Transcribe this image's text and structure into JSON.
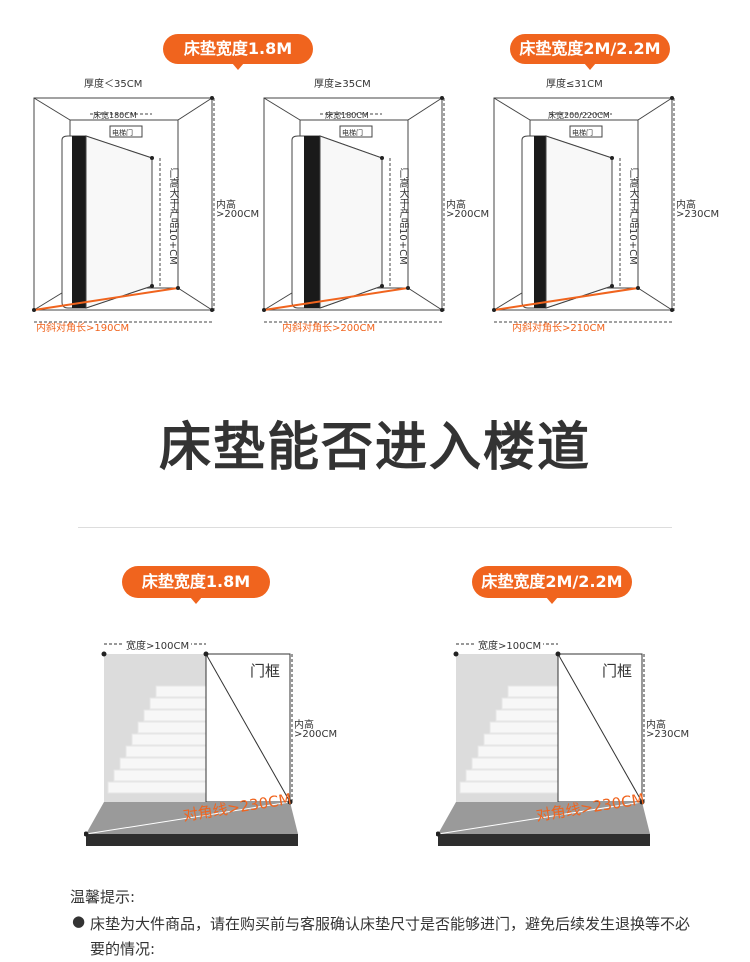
{
  "top": {
    "panels": [
      {
        "badge": "床垫宽度1.8M",
        "thickness": "厚度＜35CM",
        "width": "床宽180CM",
        "door": "电梯门",
        "door_note": "门高大于产品10+CM",
        "inner_label": "内高",
        "inner_value": ">200CM",
        "diagonal": "内斜对角长>190CM"
      },
      {
        "badge": "",
        "thickness": "厚度≥35CM",
        "width": "床宽180CM",
        "door": "电梯门",
        "door_note": "门高大于产品10+CM",
        "inner_label": "内高",
        "inner_value": ">200CM",
        "diagonal": "内斜对角长>200CM"
      },
      {
        "badge": "床垫宽度2M/2.2M",
        "thickness": "厚度≤31CM",
        "width": "床宽200/220CM",
        "door": "电梯门",
        "door_note": "门高大于产品10+CM",
        "inner_label": "内高",
        "inner_value": ">230CM",
        "diagonal": "内斜对角长>210CM"
      }
    ]
  },
  "heading": "床垫能否进入楼道",
  "bottom": {
    "panels": [
      {
        "badge": "床垫宽度1.8M",
        "width": "宽度>100CM",
        "frame": "门框",
        "inner_label": "内高",
        "inner_value": ">200CM",
        "diagonal": "对角线>230CM"
      },
      {
        "badge": "床垫宽度2M/2.2M",
        "width": "宽度>100CM",
        "frame": "门框",
        "inner_label": "内高",
        "inner_value": ">230CM",
        "diagonal": "对角线>230CM"
      }
    ]
  },
  "tips": {
    "title": "温馨提示:",
    "bullet": "●",
    "text": "床垫为大件商品，请在购买前与客服确认床垫尺寸是否能够进门，避免后续发生退换等不必要的情况:"
  },
  "colors": {
    "accent": "#f0641e",
    "line": "#333333",
    "wall": "#dcdcdc"
  }
}
